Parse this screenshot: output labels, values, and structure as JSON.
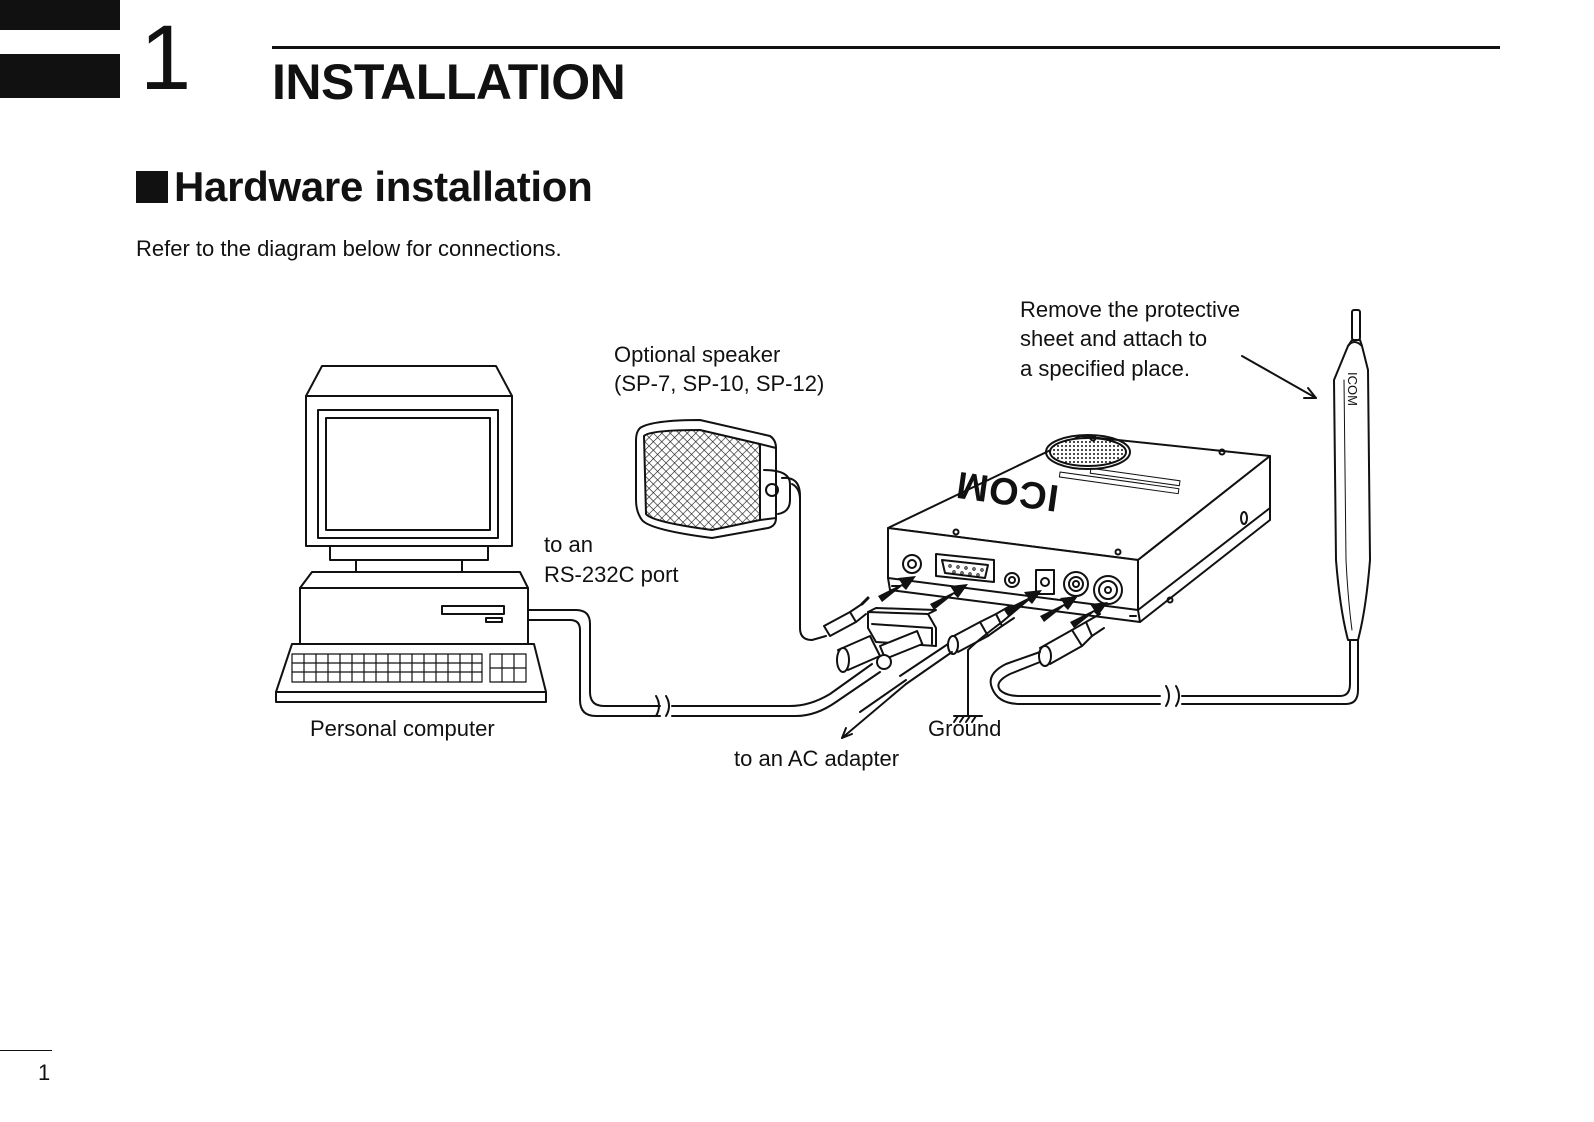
{
  "header": {
    "chapter_number": "1",
    "chapter_title": "INSTALLATION"
  },
  "section": {
    "marker": "■",
    "heading": "Hardware installation",
    "intro": "Refer to the diagram below for connections."
  },
  "diagram": {
    "labels": {
      "speaker_line1": "Optional speaker",
      "speaker_line2": "(SP-7, SP-10, SP-12)",
      "note_line1": "Remove the protective",
      "note_line2": "sheet and attach to",
      "note_line3": "a specified place.",
      "port_line1": "to an",
      "port_line2": "RS-232C port",
      "computer": "Personal computer",
      "ground": "Ground",
      "ac_adapter": "to an AC adapter"
    },
    "brand_logo": "ICOM",
    "antenna_brand": "ICOM"
  },
  "footer": {
    "page_number": "1"
  }
}
